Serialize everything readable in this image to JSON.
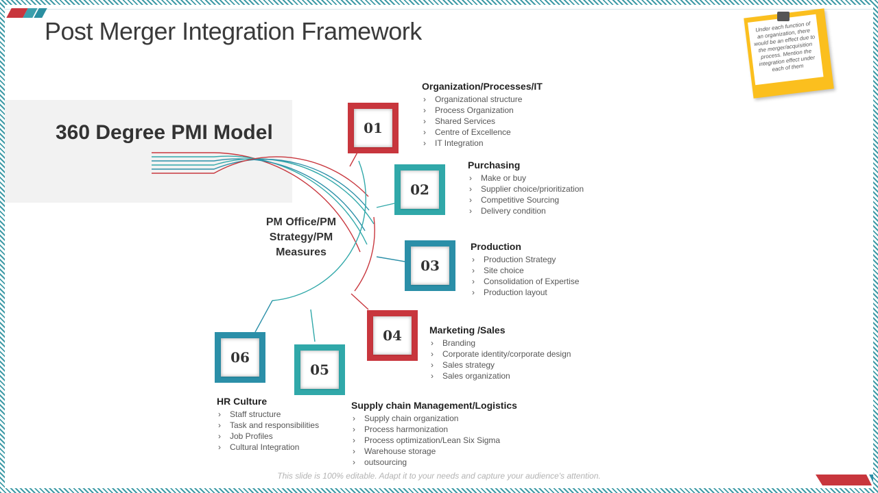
{
  "title": "Post Merger Integration Framework",
  "model_title": "360 Degree PMI Model",
  "center_label": "PM Office/PM Strategy/PM Measures",
  "note_text": "Under each function of an organization, there would be an effect due to the merger/acquisition process. Mention the integration effect under each of them",
  "footer": "This slide is 100% editable. Adapt it to your needs and capture your audience's attention.",
  "colors": {
    "red": "#c8363d",
    "teal": "#30a8a9",
    "blue": "#2b8fa8"
  },
  "sections": [
    {
      "num": "01",
      "title": "Organization/Processes/IT",
      "items": [
        "Organizational structure",
        "Process Organization",
        "Shared Services",
        "Centre of Excellence",
        "IT Integration"
      ]
    },
    {
      "num": "02",
      "title": "Purchasing",
      "items": [
        "Make or buy",
        "Supplier choice/prioritization",
        "Competitive Sourcing",
        "Delivery condition"
      ]
    },
    {
      "num": "03",
      "title": "Production",
      "items": [
        "Production Strategy",
        "Site choice",
        "Consolidation of Expertise",
        "Production layout"
      ]
    },
    {
      "num": "04",
      "title": "Marketing /Sales",
      "items": [
        "Branding",
        "Corporate identity/corporate design",
        "Sales strategy",
        "Sales organization"
      ]
    },
    {
      "num": "05",
      "title": "Supply chain Management/Logistics",
      "items": [
        "Supply chain organization",
        "Process harmonization",
        "Process optimization/Lean Six Sigma",
        "Warehouse storage",
        "outsourcing"
      ]
    },
    {
      "num": "06",
      "title": "HR Culture",
      "items": [
        "Staff structure",
        "Task and responsibilities",
        "Job Profiles",
        "Cultural Integration"
      ]
    }
  ]
}
